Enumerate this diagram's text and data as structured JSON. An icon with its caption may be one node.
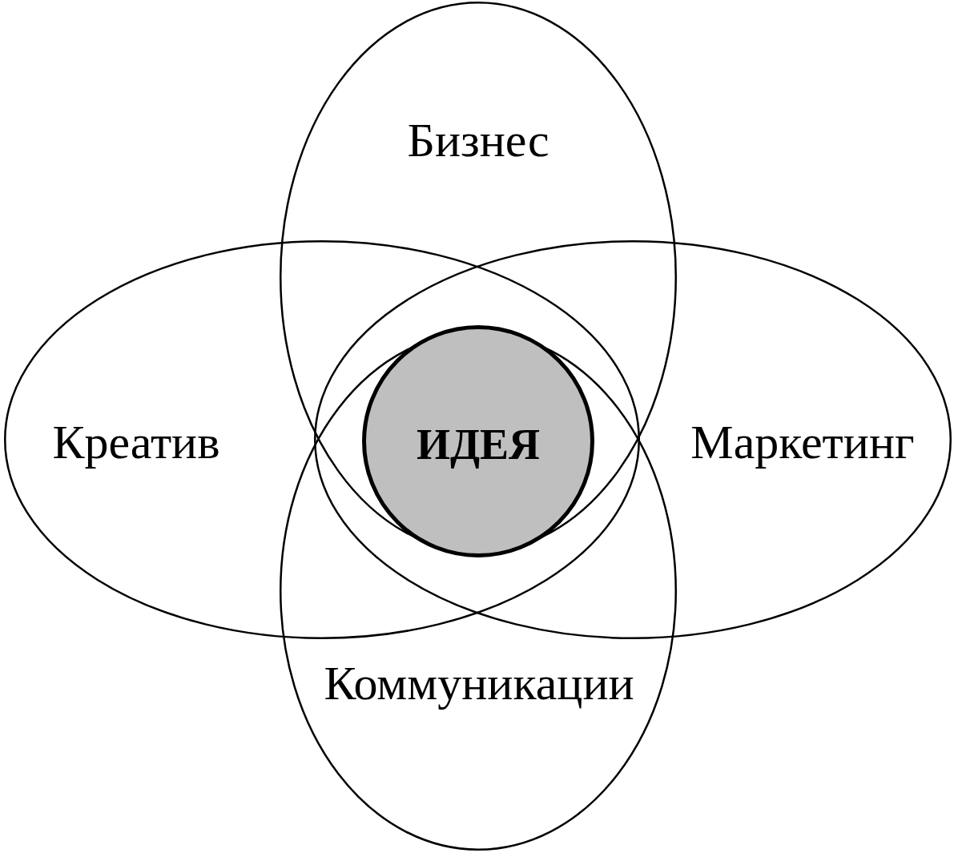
{
  "diagram": {
    "nodes": [
      {
        "text": [
          "Бизнес"
        ]
      },
      {
        "text": [
          "Креатив"
        ]
      },
      {
        "text": [
          "ИДЕЯ"
        ]
      },
      {
        "text": [
          "Маркетинг"
        ]
      },
      {
        "text": [
          "Коммуникации"
        ]
      }
    ]
  }
}
